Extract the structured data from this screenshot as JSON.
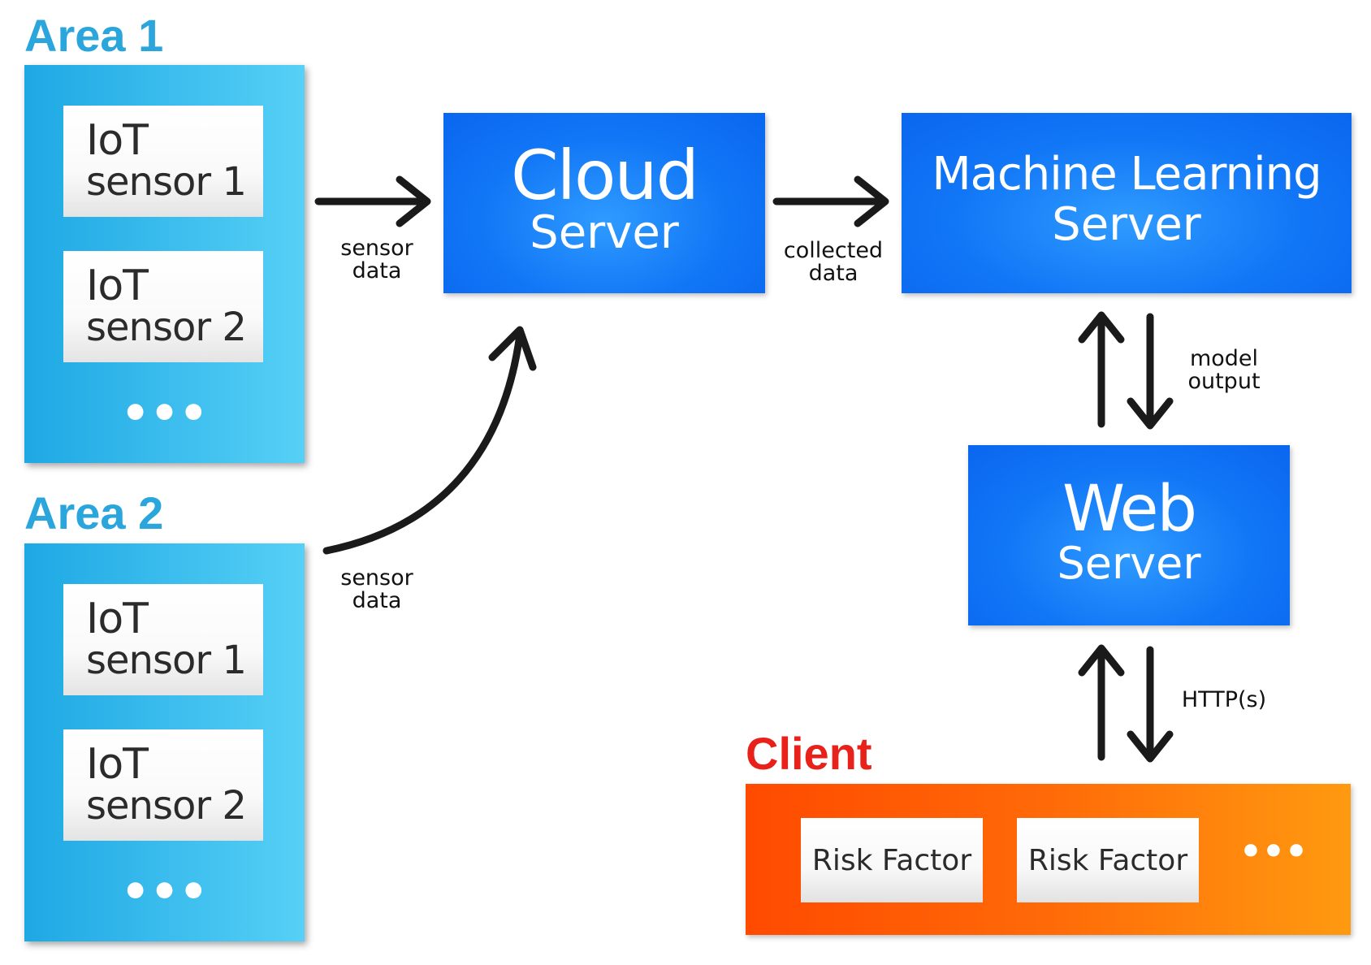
{
  "areas": [
    {
      "title": "Area 1",
      "sensors": [
        {
          "line1": "IoT",
          "line2": "sensor 1"
        },
        {
          "line1": "IoT",
          "line2": "sensor 2"
        }
      ],
      "more": "•••"
    },
    {
      "title": "Area 2",
      "sensors": [
        {
          "line1": "IoT",
          "line2": "sensor 1"
        },
        {
          "line1": "IoT",
          "line2": "sensor 2"
        }
      ],
      "more": "•••"
    }
  ],
  "servers": {
    "cloud": {
      "line1": "Cloud",
      "line2": "Server"
    },
    "ml": {
      "line1": "Machine Learning",
      "line2": "Server"
    },
    "web": {
      "line1": "Web",
      "line2": "Server"
    }
  },
  "edges": {
    "area1_to_cloud": {
      "line1": "sensor",
      "line2": "data"
    },
    "area2_to_cloud": {
      "line1": "sensor",
      "line2": "data"
    },
    "cloud_to_ml": {
      "line1": "collected",
      "line2": "data"
    },
    "ml_web": {
      "line1": "model",
      "line2": "output"
    },
    "web_client": {
      "line1": "HTTP(s)"
    }
  },
  "client": {
    "title": "Client",
    "items": [
      "Risk Factor",
      "Risk Factor"
    ],
    "more": "•••"
  },
  "colors": {
    "area_title": "#2aa6dc",
    "area_panel": "#1ea8e4",
    "server_box": "#1176f6",
    "client_title": "#e8221a",
    "client_panel": "#ff5a00",
    "arrow": "#1a1a1a"
  }
}
